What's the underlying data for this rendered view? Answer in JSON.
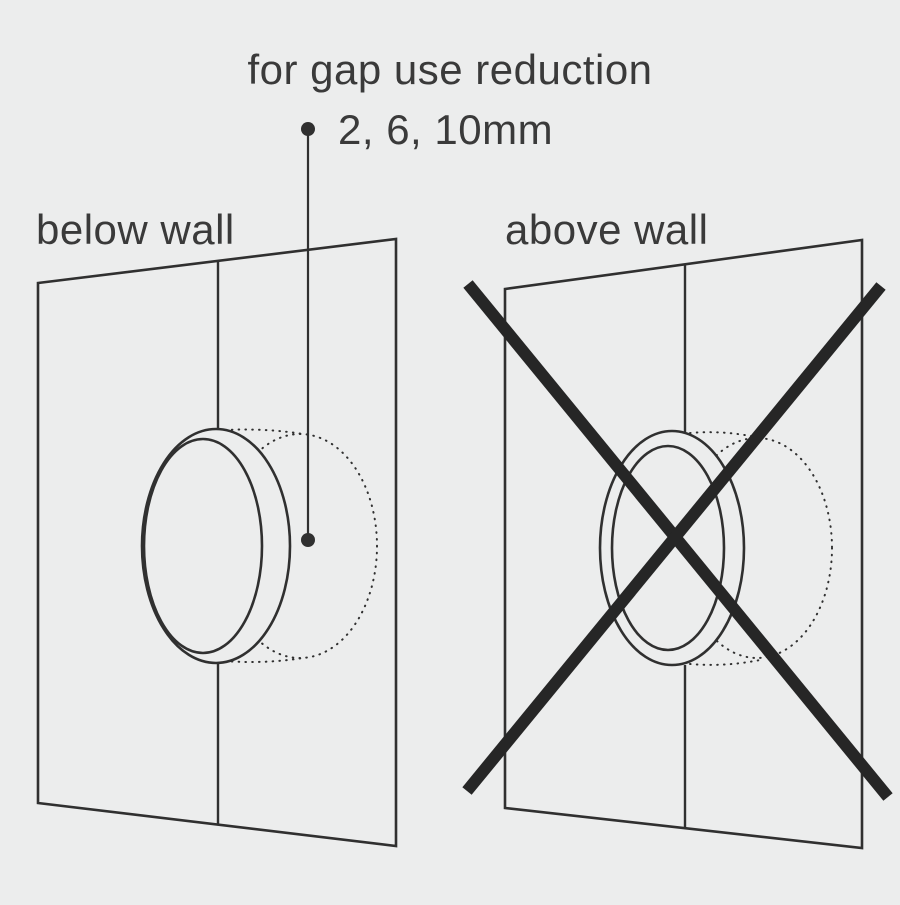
{
  "title": {
    "line1": "for gap use reduction",
    "line2": "2, 6, 10mm"
  },
  "panels": {
    "left": {
      "label": "below wall"
    },
    "right": {
      "label": "above wall"
    }
  },
  "colors": {
    "background": "#eceded",
    "line": "#303030",
    "text": "#3a3a3a",
    "cross": "#262626"
  }
}
